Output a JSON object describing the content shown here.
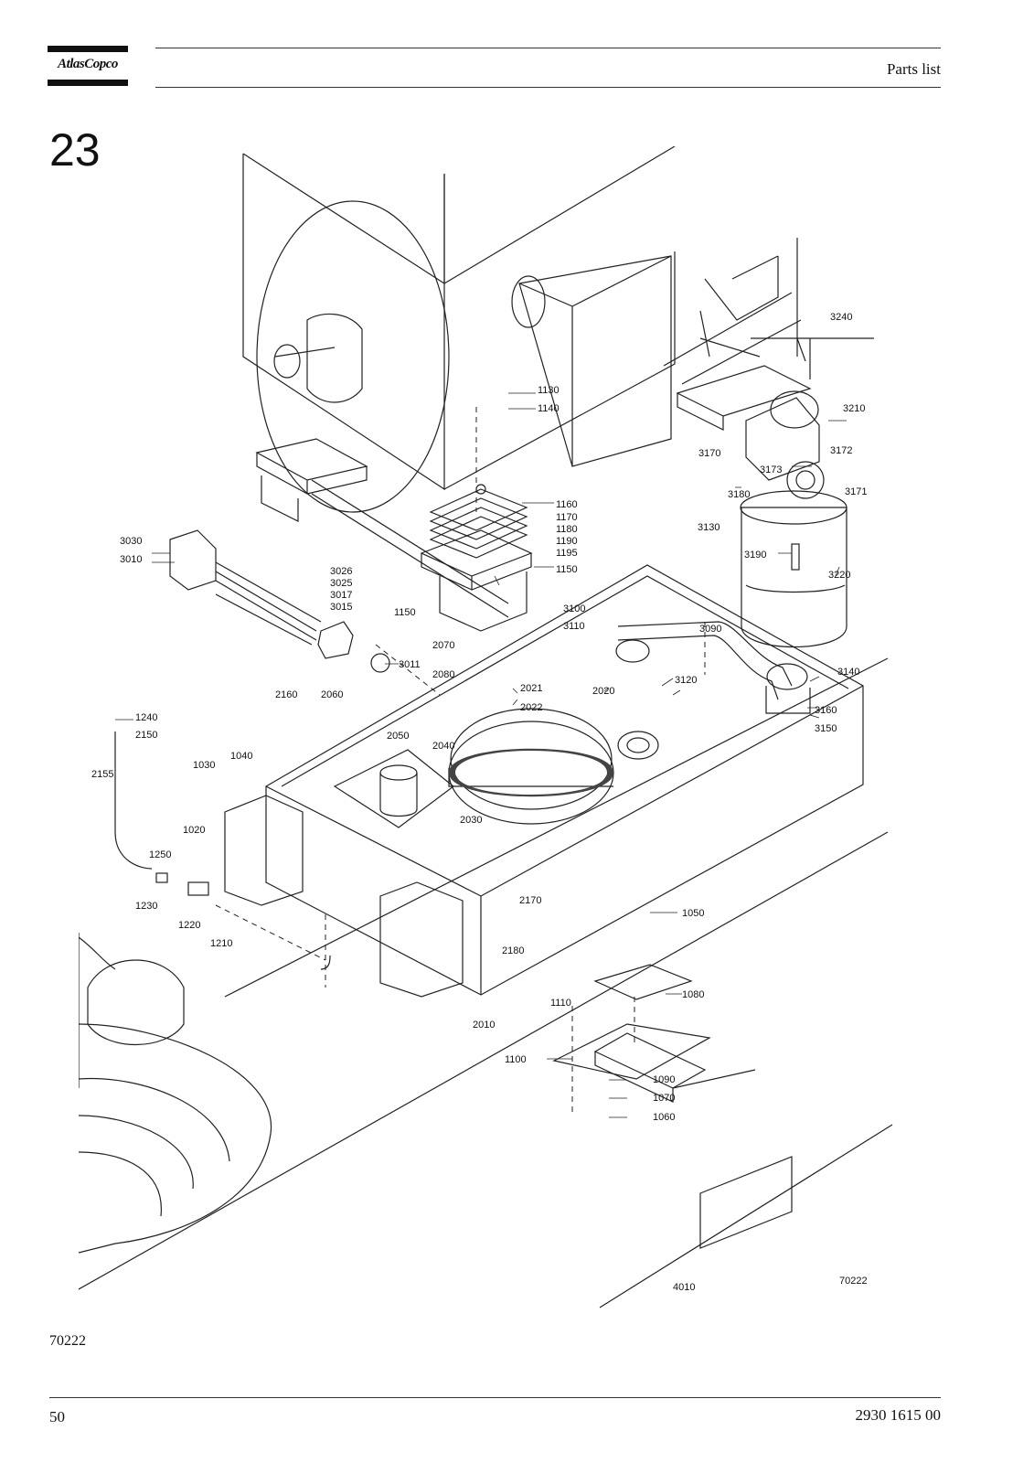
{
  "header": {
    "logo_text": "AtlasCopco",
    "title": "Parts list"
  },
  "section_number": "23",
  "drawing": {
    "inner_reference": "70222",
    "callouts": {
      "c3240": "3240",
      "c3210": "3210",
      "c3170": "3170",
      "c3172": "3172",
      "c3173": "3173",
      "c3180": "3180",
      "c3171": "3171",
      "c3130": "3130",
      "c3190": "3190",
      "c3220": "3220",
      "c1130": "1130",
      "c1140": "1140",
      "c1160": "1160",
      "c1170": "1170",
      "c1180": "1180",
      "c1190": "1190",
      "c1195": "1195",
      "c1150a": "1150",
      "c1150b": "1150",
      "c3030": "3030",
      "c3010": "3010",
      "c3026": "3026",
      "c3025": "3025",
      "c3017": "3017",
      "c3015": "3015",
      "c3011": "3011",
      "c3100": "3100",
      "c3110": "3110",
      "c3090": "3090",
      "c3140": "3140",
      "c3120": "3120",
      "c3160": "3160",
      "c3150": "3150",
      "c2070": "2070",
      "c2080": "2080",
      "c2021": "2021",
      "c2022": "2022",
      "c2020": "2020",
      "c2160": "2160",
      "c2060": "2060",
      "c1240": "1240",
      "c2150": "2150",
      "c2155": "2155",
      "c1030": "1030",
      "c1040": "1040",
      "c2050": "2050",
      "c2040": "2040",
      "c2030": "2030",
      "c1020": "1020",
      "c1250": "1250",
      "c1230": "1230",
      "c1220": "1220",
      "c1210": "1210",
      "c2170": "2170",
      "c2180": "2180",
      "c1050": "1050",
      "c1080": "1080",
      "c2010": "2010",
      "c1110": "1110",
      "c1100": "1100",
      "c1090": "1090",
      "c1070": "1070",
      "c1060": "1060",
      "c4010": "4010"
    }
  },
  "figure_reference": "70222",
  "footer": {
    "page_number": "50",
    "document_number": "2930 1615 00"
  }
}
